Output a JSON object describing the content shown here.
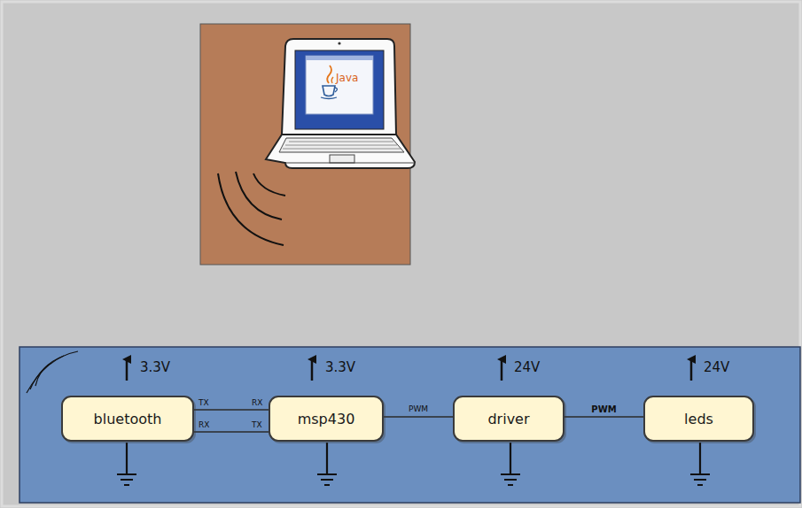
{
  "diagram": {
    "nodes": [
      {
        "text": [
          "bluetooth"
        ]
      },
      {
        "text": [
          "msp430"
        ]
      },
      {
        "text": [
          "driver"
        ]
      },
      {
        "text": [
          "leds"
        ]
      }
    ],
    "edges": [
      {
        "from": 0,
        "to": 1,
        "arrow": "none"
      },
      {
        "from": 0,
        "to": 1,
        "arrow": "none"
      },
      {
        "from": 1,
        "to": 2,
        "label": "PWM",
        "arrow": "none"
      },
      {
        "from": 2,
        "to": 3,
        "label": "PWM",
        "arrow": "none"
      }
    ],
    "labels": [
      "Java",
      "3.3V",
      "3.3V",
      "24V",
      "24V",
      "TX",
      "RX",
      "RX",
      "TX"
    ]
  }
}
